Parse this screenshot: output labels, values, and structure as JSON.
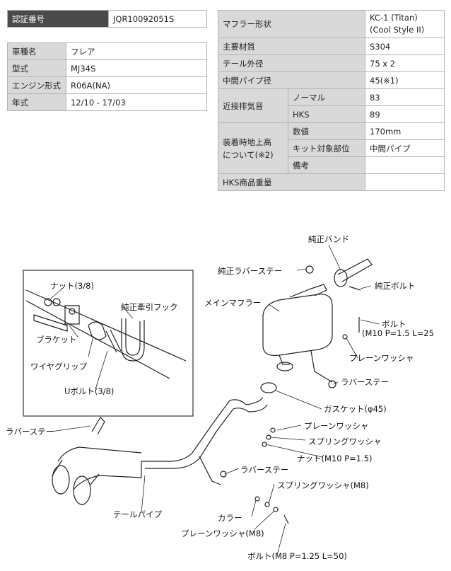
{
  "cert": {
    "label": "認証番号",
    "value": "JQR10092051S"
  },
  "vehicle": [
    {
      "label": "車種名",
      "value": "フレア"
    },
    {
      "label": "型式",
      "value": "MJ34S"
    },
    {
      "label": "エンジン形式",
      "value": "R06A(NA)"
    },
    {
      "label": "年式",
      "value": "12/10 - 17/03"
    }
  ],
  "spec": {
    "muffler_type_label": "マフラー形状",
    "muffler_type_value_1": "KC-1 (Titan)",
    "muffler_type_value_2": "(Cool Style II)",
    "material_label": "主要材質",
    "material_value": "S304",
    "tail_label": "テール外径",
    "tail_value": "75 x 2",
    "mid_pipe_label": "中間パイプ径",
    "mid_pipe_value": "45(※1)",
    "exhaust_label": "近接排気音",
    "normal_label": "ノーマル",
    "normal_value": "83",
    "hks_label": "HKS",
    "hks_value": "89",
    "ground_label_1": "装着時地上高",
    "ground_label_2": "について(※2)",
    "value_label": "数値",
    "value_value": "170mm",
    "kit_part_label": "キット対象部位",
    "kit_part_value": "中間パイプ",
    "note_label": "備考",
    "note_value": "",
    "weight_label": "HKS商品重量",
    "weight_value": ""
  },
  "diagram": {
    "labels": {
      "nut38": "ナット(3/8)",
      "tow_hook": "純正牽引フック",
      "bracket": "ブラケット",
      "wire_grip": "ワイヤグリップ",
      "u_bolt": "Uボルト(3/8)",
      "oem_band": "純正バンド",
      "oem_rubber_stay": "純正ラバーステー",
      "oem_bolt": "純正ボルト",
      "main_muffler": "メインマフラー",
      "bolt": "ボルト",
      "bolt_spec": "(M10 P=1.5 L=25",
      "plain_washer_1": "プレーンワッシャ",
      "rubber_stay_1": "ラバーステー",
      "gasket": "ガスケット(φ45)",
      "plain_washer_2": "プレーンワッシャ",
      "spring_washer_1": "スプリングワッシャ",
      "nut_m10": "ナット(M10 P=1.5)",
      "rubber_stay_left": "ラバーステー",
      "rubber_stay_2": "ラバーステー",
      "spring_washer_m8": "スプリングワッシャ(M8)",
      "collar": "カラー",
      "tail_pipe": "テールパイプ",
      "plain_washer_m8": "プレーンワッシャ(M8)",
      "bolt_m8": "ボルト(M8 P=1.25 L=50)"
    }
  }
}
